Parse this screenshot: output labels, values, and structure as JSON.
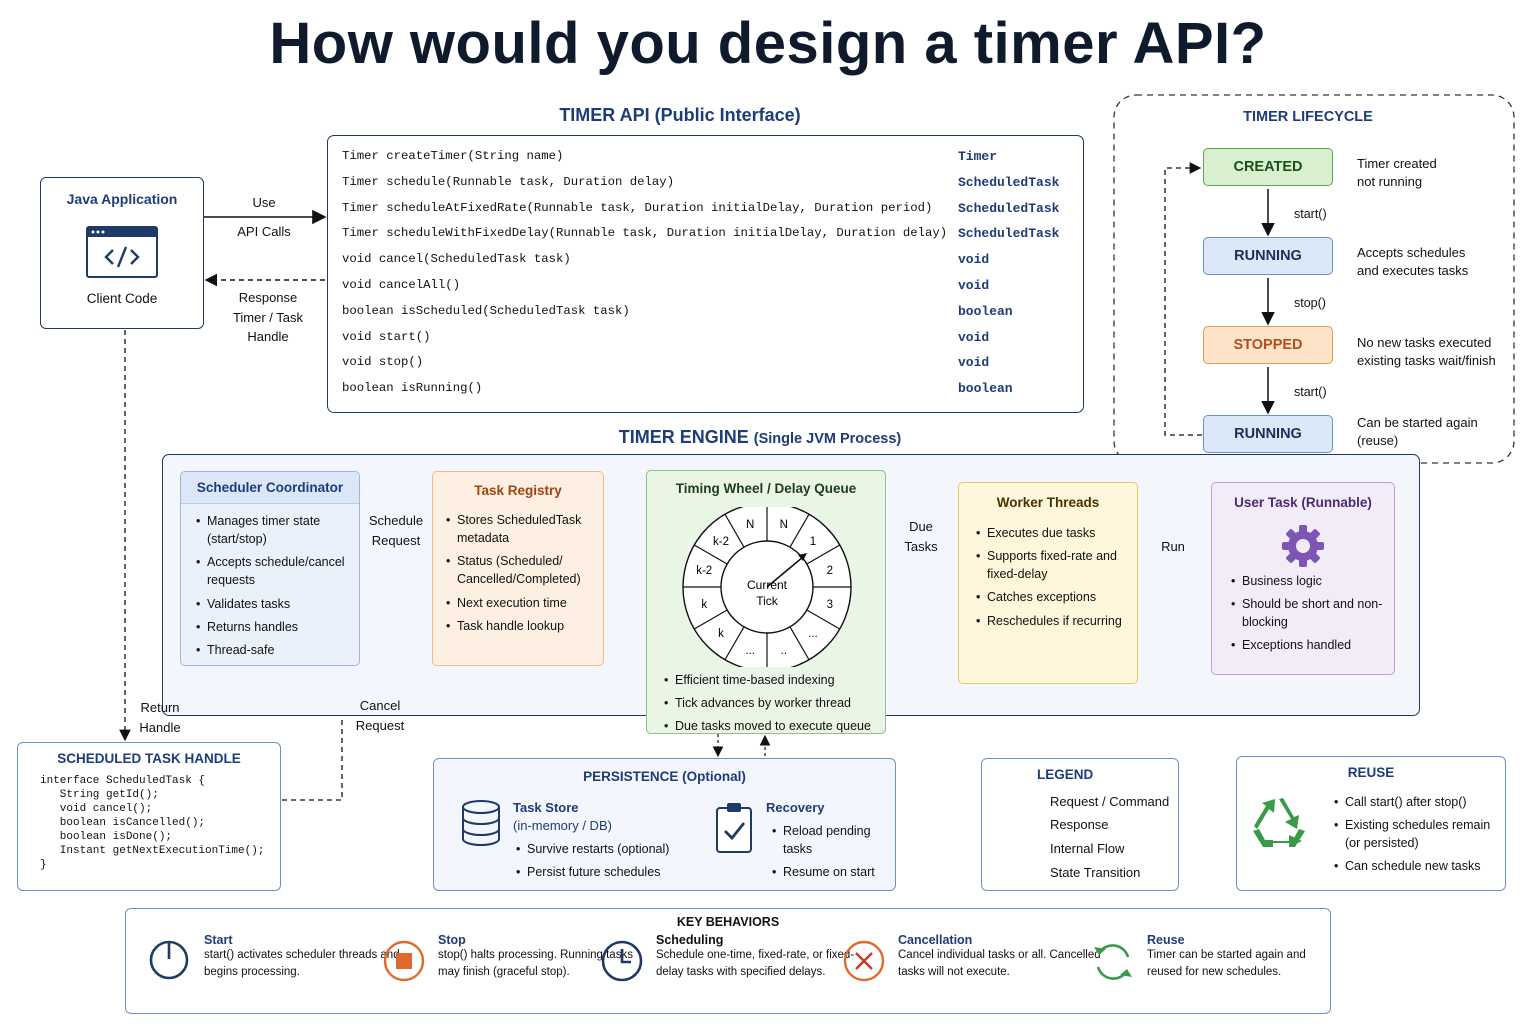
{
  "title": "How would you design a timer API?",
  "client": {
    "header": "Java Application",
    "label": "Client Code",
    "use": "Use",
    "api_calls": "API Calls",
    "response": "Response",
    "timer_task": "Timer / Task",
    "handle": "Handle"
  },
  "api": {
    "header": "TIMER API (Public Interface)",
    "rows": [
      {
        "sig": "Timer createTimer(String name)",
        "ret": "Timer"
      },
      {
        "sig": "Timer schedule(Runnable task, Duration delay)",
        "ret": "ScheduledTask"
      },
      {
        "sig": "Timer scheduleAtFixedRate(Runnable task, Duration initialDelay, Duration period)",
        "ret": "ScheduledTask"
      },
      {
        "sig": "Timer scheduleWithFixedDelay(Runnable task, Duration initialDelay, Duration delay)",
        "ret": "ScheduledTask"
      },
      {
        "sig": "void cancel(ScheduledTask task)",
        "ret": "void"
      },
      {
        "sig": "void cancelAll()",
        "ret": "void"
      },
      {
        "sig": "boolean isScheduled(ScheduledTask task)",
        "ret": "boolean"
      },
      {
        "sig": "void start()",
        "ret": "void"
      },
      {
        "sig": "void stop()",
        "ret": "void"
      },
      {
        "sig": "boolean isRunning()",
        "ret": "boolean"
      }
    ]
  },
  "lifecycle": {
    "header": "TIMER LIFECYCLE",
    "states": [
      {
        "name": "CREATED",
        "desc1": "Timer created",
        "desc2": "not running"
      },
      {
        "name": "RUNNING",
        "desc1": "Accepts schedules",
        "desc2": "and executes tasks"
      },
      {
        "name": "STOPPED",
        "desc1": "No new tasks executed",
        "desc2": "existing tasks wait/finish"
      },
      {
        "name": "RUNNING",
        "desc1": "Can be started again",
        "desc2": "(reuse)"
      }
    ],
    "transitions": [
      "start()",
      "stop()",
      "start()"
    ]
  },
  "engine": {
    "header": "TIMER ENGINE",
    "sub": "(Single JVM Process)",
    "coordinator": {
      "title": "Scheduler Coordinator",
      "items": [
        "Manages timer state (start/stop)",
        "Accepts schedule/cancel requests",
        "Validates tasks",
        "Returns handles",
        "Thread-safe"
      ]
    },
    "schedule_request": [
      "Schedule",
      "Request"
    ],
    "registry": {
      "title": "Task Registry",
      "items": [
        "Stores ScheduledTask metadata",
        "Status (Scheduled/ Cancelled/Completed)",
        "Next execution time",
        "Task handle lookup"
      ]
    },
    "wheel": {
      "title": "Timing Wheel / Delay Queue",
      "center1": "Current",
      "center2": "Tick",
      "slots": [
        "N",
        "1",
        "2",
        "3",
        "...",
        "..",
        "...",
        "k",
        "k",
        "k-2",
        "k-2",
        "N"
      ],
      "items": [
        "Efficient time-based indexing",
        "Tick advances by worker thread",
        "Due tasks moved to execute queue"
      ]
    },
    "due_tasks": [
      "Due",
      "Tasks"
    ],
    "workers": {
      "title": "Worker Threads",
      "items": [
        "Executes due tasks",
        "Supports fixed-rate and fixed-delay",
        "Catches exceptions",
        "Reschedules if recurring"
      ]
    },
    "run": "Run",
    "user_task": {
      "title": "User Task (Runnable)",
      "items": [
        "Business logic",
        "Should be short and non-blocking",
        "Exceptions handled"
      ]
    }
  },
  "handle": {
    "header": "SCHEDULED TASK HANDLE",
    "return1": "Return",
    "return2": "Handle",
    "cancel1": "Cancel",
    "cancel2": "Request",
    "code": [
      "interface ScheduledTask {",
      "   String getId();",
      "   void cancel();",
      "   boolean isCancelled();",
      "   boolean isDone();",
      "   Instant getNextExecutionTime();",
      "}"
    ]
  },
  "persistence": {
    "header": "PERSISTENCE (Optional)",
    "store_title": "Task Store",
    "store_sub": "(in-memory / DB)",
    "store_items": [
      "Survive restarts (optional)",
      "Persist future schedules"
    ],
    "recovery_title": "Recovery",
    "recovery_items": [
      "Reload pending tasks",
      "Resume on start"
    ]
  },
  "legend": {
    "header": "LEGEND",
    "items": [
      "Request / Command",
      "Response",
      "Internal Flow",
      "State Transition"
    ]
  },
  "reuse": {
    "header": "REUSE",
    "items": [
      "Call start() after stop()",
      "Existing schedules remain (or persisted)",
      "Can schedule new tasks"
    ]
  },
  "key": {
    "header": "KEY BEHAVIORS",
    "items": [
      {
        "title": "Start",
        "desc": "start() activates scheduler threads and begins processing."
      },
      {
        "title": "Stop",
        "desc": "stop() halts processing. Running tasks may finish (graceful stop)."
      },
      {
        "title": "Scheduling",
        "desc": "Schedule one-time, fixed-rate, or fixed-delay tasks with specified delays."
      },
      {
        "title": "Cancellation",
        "desc": "Cancel individual tasks or all. Cancelled tasks will not execute."
      },
      {
        "title": "Reuse",
        "desc": "Timer can be started again and reused for new schedules."
      }
    ]
  },
  "colors": {
    "navy": "#1d3c78",
    "created": "#d8f0cf",
    "running": "#dbe8f8",
    "stopped": "#fde3c8",
    "engine_bg": "#f3f6fc",
    "orange": "#e06a2c"
  }
}
